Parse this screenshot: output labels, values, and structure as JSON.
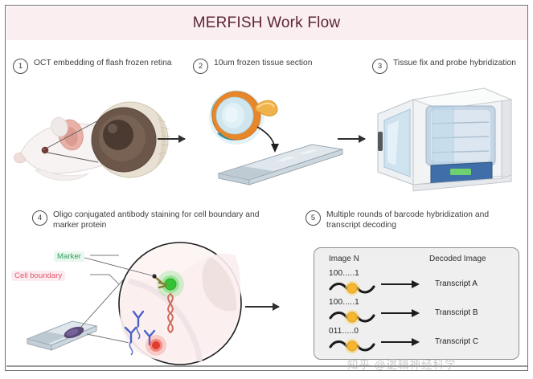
{
  "header": {
    "title": "MERFISH Work Flow",
    "band_color": "#fbeef1",
    "title_color": "#5c2733"
  },
  "steps": [
    {
      "number": "1",
      "label": "OCT embedding of flash frozen retina",
      "illustration": "mouse-head-with-magnified-eyeball"
    },
    {
      "number": "2",
      "label": "10um frozen tissue section",
      "illustration": "eye-cross-section-and-glass-slide"
    },
    {
      "number": "3",
      "label": "Tissue fix and probe hybridization",
      "illustration": "laboratory-incubator-oven"
    },
    {
      "number": "4",
      "label": "Oligo conjugated antibody staining for cell boundary and marker protein",
      "illustration": "slide-with-magnified-cell-circle"
    },
    {
      "number": "5",
      "label": "Multiple rounds of barcode hybridization and transcript decoding",
      "illustration": "decoding-panel"
    }
  ],
  "annotations": {
    "marker": {
      "text": "Marker",
      "color": "#2f9e5d",
      "background": "#e8f8ee"
    },
    "cell_boundary": {
      "text": "Cell boundary",
      "color": "#e4566b",
      "background": "#fdecef"
    }
  },
  "decoding": {
    "column_headers": {
      "image": "Image N",
      "decoded": "Decoded Image"
    },
    "rows": [
      {
        "barcode": "100.....1",
        "transcript": "Transcript A"
      },
      {
        "barcode": "100.....1",
        "transcript": "Transcript B"
      },
      {
        "barcode": "011.....0",
        "transcript": "Transcript C"
      }
    ],
    "panel_background": "#efefef",
    "probe_dot_color": "#f5b731"
  },
  "colors": {
    "frame_border": "#6e6e6e",
    "arrow": "#2f2f2f",
    "eyeball_iris": "#4a3a33",
    "eye_section_orange": "#e8862a",
    "eye_section_teal": "#2f8f9e",
    "incubator_blue": "#3f6ea8",
    "cell_fill": "#fbeef0",
    "rna_red": "#cf6b5c",
    "antibody_blue": "#4a62c8",
    "marker_green": "#3ec43e",
    "red_dot": "#e03b2f"
  },
  "watermark": {
    "text": "知乎 @逻辑神经科学"
  }
}
